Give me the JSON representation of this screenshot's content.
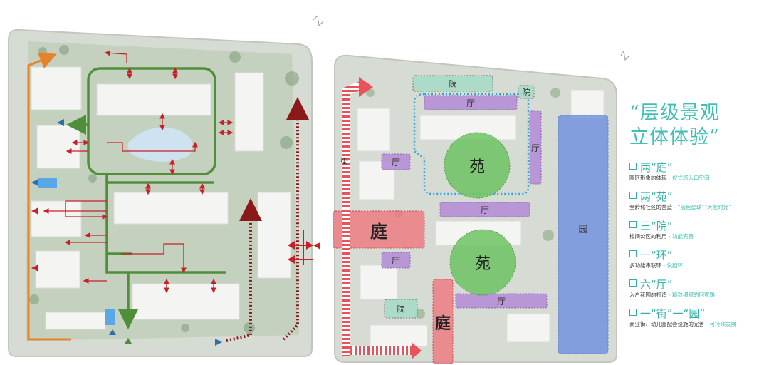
{
  "plan_labels": {
    "yuan_park": "园",
    "jie_street": "街",
    "ting_court_1": "庭",
    "ting_court_2": "庭",
    "yuan_garden_1": "苑",
    "yuan_garden_2": "苑",
    "yuan_yard_1": "院",
    "yuan_yard_2": "院",
    "yuan_yard_3": "院",
    "ting_hall_1": "厅",
    "ting_hall_2": "厅",
    "ting_hall_3": "厅",
    "ting_hall_4": "厅",
    "ting_hall_5": "厅",
    "ting_hall_6": "厅"
  },
  "legend": {
    "title_line1": "“层级景观",
    "title_line2": "立体体验”",
    "items": [
      {
        "head": "两“庭”",
        "desc": "园区形象的体现",
        "sep": " - ",
        "note": "仪式感入口空间"
      },
      {
        "head": "两“苑”",
        "desc": "全龄化社区的营造",
        "sep": " - ",
        "note": "“蓝色星球”“天伦时光”"
      },
      {
        "head": "三“院”",
        "desc": "楼间公区的利用",
        "sep": " - ",
        "note": "功能完善"
      },
      {
        "head": "一“环”",
        "desc": "多功能串联环",
        "sep": " - ",
        "note": "悦跑环"
      },
      {
        "head": "六“厅”",
        "desc": "入户花园的打造",
        "sep": " - ",
        "note": "精致细腻的回家路"
      },
      {
        "head": "一“街”一“园”",
        "desc": "商业街、幼儿园配套设施的完善",
        "sep": " - ",
        "note": "可持续发展"
      }
    ]
  },
  "colors": {
    "teal": "#3fbfb5",
    "green_path": "#4f8f3a",
    "red_arrow": "#c8202a",
    "dark_red_dots": "#8a1a1a",
    "orange_path": "#e8822a",
    "blue_park": "#6f8fe0",
    "purple_hall": "#b48ad6",
    "green_garden": "#7fc96f",
    "red_court": "#f07880",
    "mint_yard": "#a9dcc8"
  }
}
